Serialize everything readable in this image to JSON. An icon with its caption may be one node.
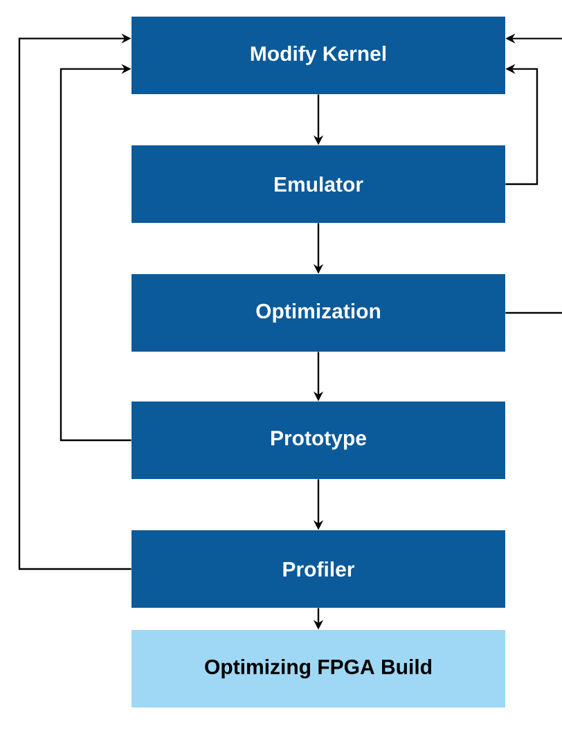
{
  "diagram": {
    "nodes": [
      {
        "text": [
          "Modify Kernel"
        ]
      },
      {
        "text": [
          "Emulator"
        ]
      },
      {
        "text": [
          "Optimization"
        ]
      },
      {
        "text": [
          "Prototype"
        ]
      },
      {
        "text": [
          "Profiler"
        ]
      },
      {
        "text": [
          "Optimizing FPGA Build"
        ]
      }
    ],
    "edges": [
      {
        "from": 0,
        "to": 1,
        "arrow": "to"
      },
      {
        "from": 1,
        "to": 2,
        "arrow": "to"
      },
      {
        "from": 2,
        "to": 3,
        "arrow": "to"
      },
      {
        "from": 3,
        "to": 4,
        "arrow": "to"
      },
      {
        "from": 4,
        "to": 5,
        "arrow": "to"
      },
      {
        "from": 1,
        "to": 0,
        "arrow": "to"
      },
      {
        "from": 3,
        "to": 0,
        "arrow": "to"
      },
      {
        "from": 4,
        "to": 0,
        "arrow": "to"
      },
      {
        "from": 2,
        "to": null,
        "arrow": "none"
      },
      {
        "from": null,
        "to": 0,
        "arrow": "to"
      }
    ]
  }
}
